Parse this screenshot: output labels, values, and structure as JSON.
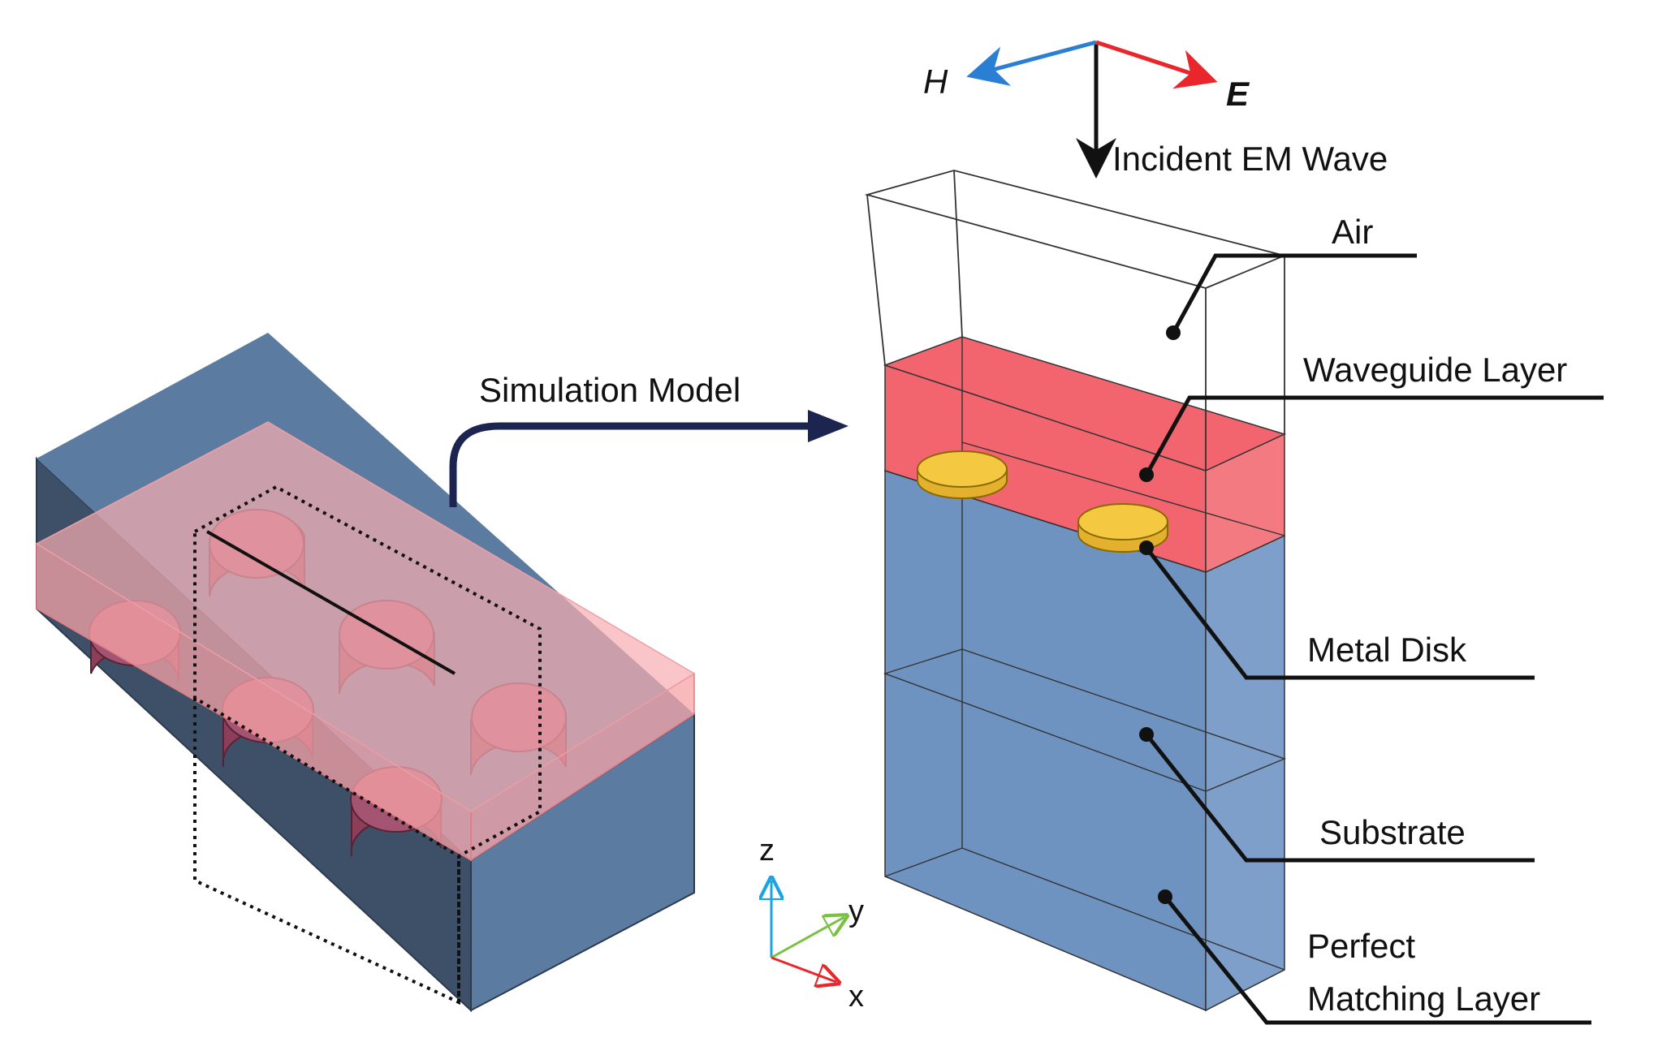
{
  "labels": {
    "simulation_model": "Simulation Model",
    "incident_wave": "Incident EM Wave",
    "h_field": "H",
    "e_field": "E",
    "air": "Air",
    "waveguide_layer": "Waveguide Layer",
    "metal_disk": "Metal Disk",
    "substrate": "Substrate",
    "pml_line1": "Perfect",
    "pml_line2": "Matching Layer"
  },
  "axes": {
    "z": "z",
    "y": "y",
    "x": "x"
  },
  "colors": {
    "substrate": "#6f93c0",
    "substrate_dark": "#3e5068",
    "substrate_side": "#5b7ca0",
    "waveguide": "#f2646e",
    "waveguide_translucent": "#f7a3a8",
    "disk": "#f5c842",
    "h_arrow": "#2a7fd4",
    "e_arrow": "#e8262b",
    "arrow_navy": "#1c2450",
    "axis_z": "#1aa4e0",
    "axis_y": "#7ac143",
    "axis_x": "#e8262b"
  }
}
